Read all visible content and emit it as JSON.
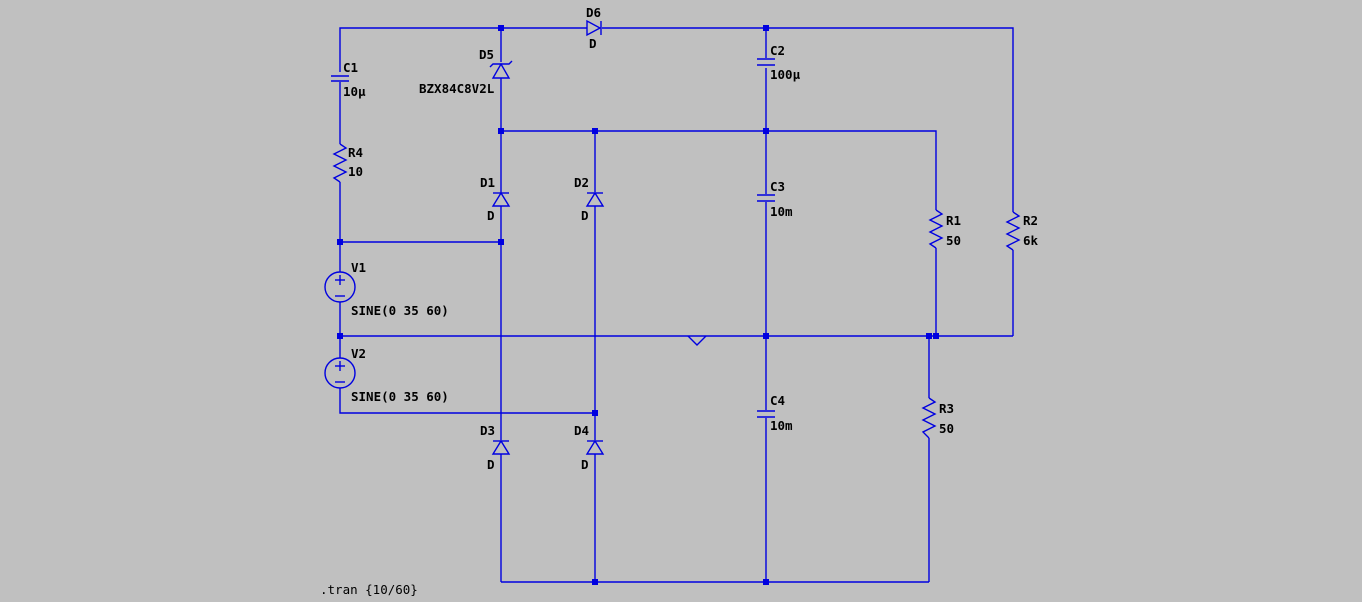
{
  "components": {
    "C1": {
      "name": "C1",
      "value": "10µ"
    },
    "C2": {
      "name": "C2",
      "value": "100µ"
    },
    "C3": {
      "name": "C3",
      "value": "10m"
    },
    "C4": {
      "name": "C4",
      "value": "10m"
    },
    "R1": {
      "name": "R1",
      "value": "50"
    },
    "R2": {
      "name": "R2",
      "value": "6k"
    },
    "R3": {
      "name": "R3",
      "value": "50"
    },
    "R4": {
      "name": "R4",
      "value": "10"
    },
    "D1": {
      "name": "D1",
      "value": "D"
    },
    "D2": {
      "name": "D2",
      "value": "D"
    },
    "D3": {
      "name": "D3",
      "value": "D"
    },
    "D4": {
      "name": "D4",
      "value": "D"
    },
    "D5": {
      "name": "D5",
      "value": "BZX84C8V2L"
    },
    "D6": {
      "name": "D6",
      "value": "D"
    },
    "V1": {
      "name": "V1",
      "value": "SINE(0 35 60)"
    },
    "V2": {
      "name": "V2",
      "value": "SINE(0 35 60)"
    }
  },
  "directive": ".tran {10/60}",
  "colors": {
    "background": "#c0c0c0",
    "wire": "#0000e0",
    "text": "#000000"
  }
}
